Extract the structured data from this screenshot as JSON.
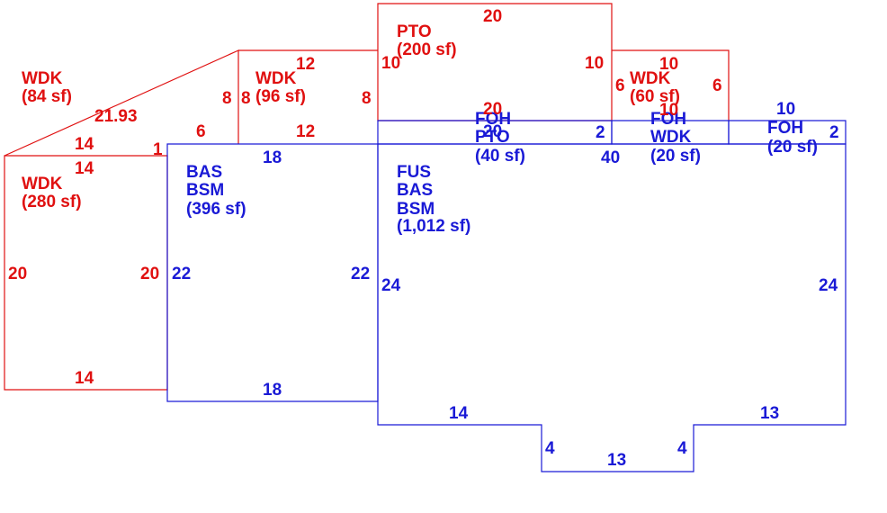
{
  "colors": {
    "deck": "#e01010",
    "house": "#1a1ad6"
  },
  "areas": {
    "wdk_84": {
      "lines": [
        "WDK",
        "(84 sf)"
      ]
    },
    "wdk_96": {
      "lines": [
        "WDK",
        "(96 sf)"
      ]
    },
    "pto_200": {
      "lines": [
        "PTO",
        "(200 sf)"
      ]
    },
    "wdk_60": {
      "lines": [
        "WDK",
        "(60 sf)"
      ]
    },
    "wdk_280": {
      "lines": [
        "WDK",
        "(280 sf)"
      ]
    },
    "bas_396": {
      "lines": [
        "BAS",
        "BSM",
        "(396 sf)"
      ]
    },
    "fus_1012": {
      "lines": [
        "FUS",
        "BAS",
        "BSM",
        "(1,012 sf)"
      ]
    },
    "foh_pto_40": {
      "lines": [
        "FOH",
        "PTO",
        "(40 sf)"
      ]
    },
    "foh_wdk_20": {
      "lines": [
        "FOH",
        "WDK",
        "(20 sf)"
      ]
    },
    "foh_20": {
      "lines": [
        "FOH",
        "(20 sf)"
      ]
    }
  },
  "dimensions": {
    "red": {
      "pto_top": "20",
      "pto_left": "10",
      "pto_right": "10",
      "pto_bottom": "20",
      "wdk96_top": "12",
      "wdk96_bottom": "12",
      "wdk96_left": "8",
      "wdk96_right": "8",
      "wdk84_diag": "21.93",
      "wdk84_top": "14",
      "wdk84_right": "6",
      "wdk84_tick": "1",
      "wdk84_inner": "8",
      "wdk280_top": "14",
      "wdk280_left": "20",
      "wdk280_right": "20",
      "wdk280_bottom": "14",
      "wdk60_top": "10",
      "wdk60_left": "6",
      "wdk60_right": "6",
      "wdk60_bottom": "10"
    },
    "blue": {
      "bas_top": "18",
      "bas_left": "22",
      "bas_right": "22",
      "bas_bottom": "18",
      "fus_left": "24",
      "fus_right": "24",
      "fus_top": "40",
      "foh_pto_bottom": "20",
      "foh_pto_right": "2",
      "foh_top": "10",
      "foh_right": "2",
      "fus_bottom_left": "14",
      "fus_bottom_right": "13",
      "bump_left": "4",
      "bump_right": "4",
      "bump_bottom": "13"
    }
  }
}
